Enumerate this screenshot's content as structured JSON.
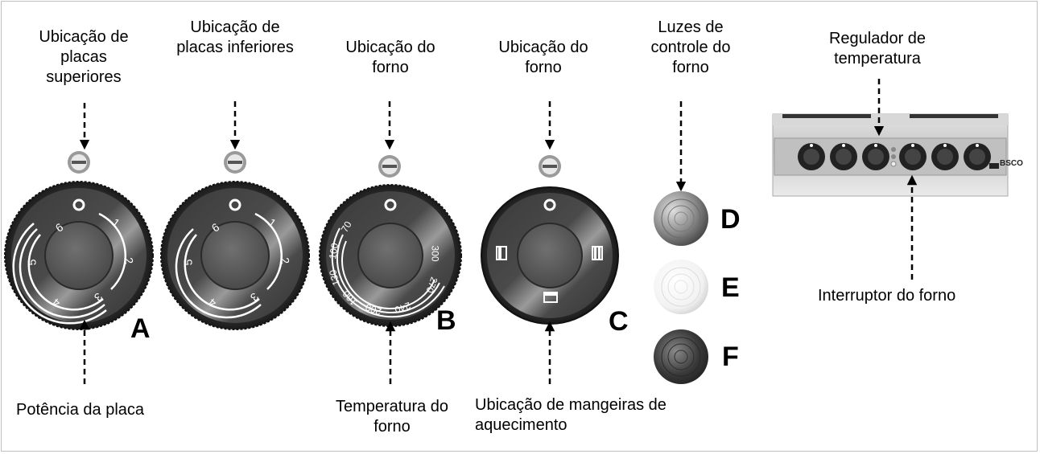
{
  "labels": {
    "top_plates": "Ubicação de placas superiores",
    "bottom_plates": "Ubicação de placas inferiores",
    "oven_b": "Ubicação do forno",
    "oven_c": "Ubicação do forno",
    "oven_lights": "Luzes de controle do forno",
    "temp_regulator": "Regulador de temperatura",
    "oven_switch": "Interruptor do forno",
    "plate_power": "Potência da placa",
    "oven_temperature": "Temperatura do forno",
    "heating_hoses": "Ubicação de mangeiras de aquecimento"
  },
  "letters": {
    "a": "A",
    "b": "B",
    "c": "C",
    "d": "D",
    "e": "E",
    "f": "F"
  },
  "dial_a": {
    "zero": "O",
    "marks": [
      "1",
      "2",
      "3",
      "4",
      "5",
      "6"
    ]
  },
  "dial_b": {
    "zero": "O",
    "marks": [
      "70",
      "100",
      "130",
      "160",
      "200",
      "240",
      "270",
      "300"
    ]
  },
  "dial_c": {
    "zero": "O"
  },
  "panel": {
    "brand": "BSCO"
  },
  "colors": {
    "dial_dark": "#3c3c3c",
    "dial_mid": "#6a6a6a",
    "text": "#000000",
    "frame": "#bfbfbf"
  }
}
